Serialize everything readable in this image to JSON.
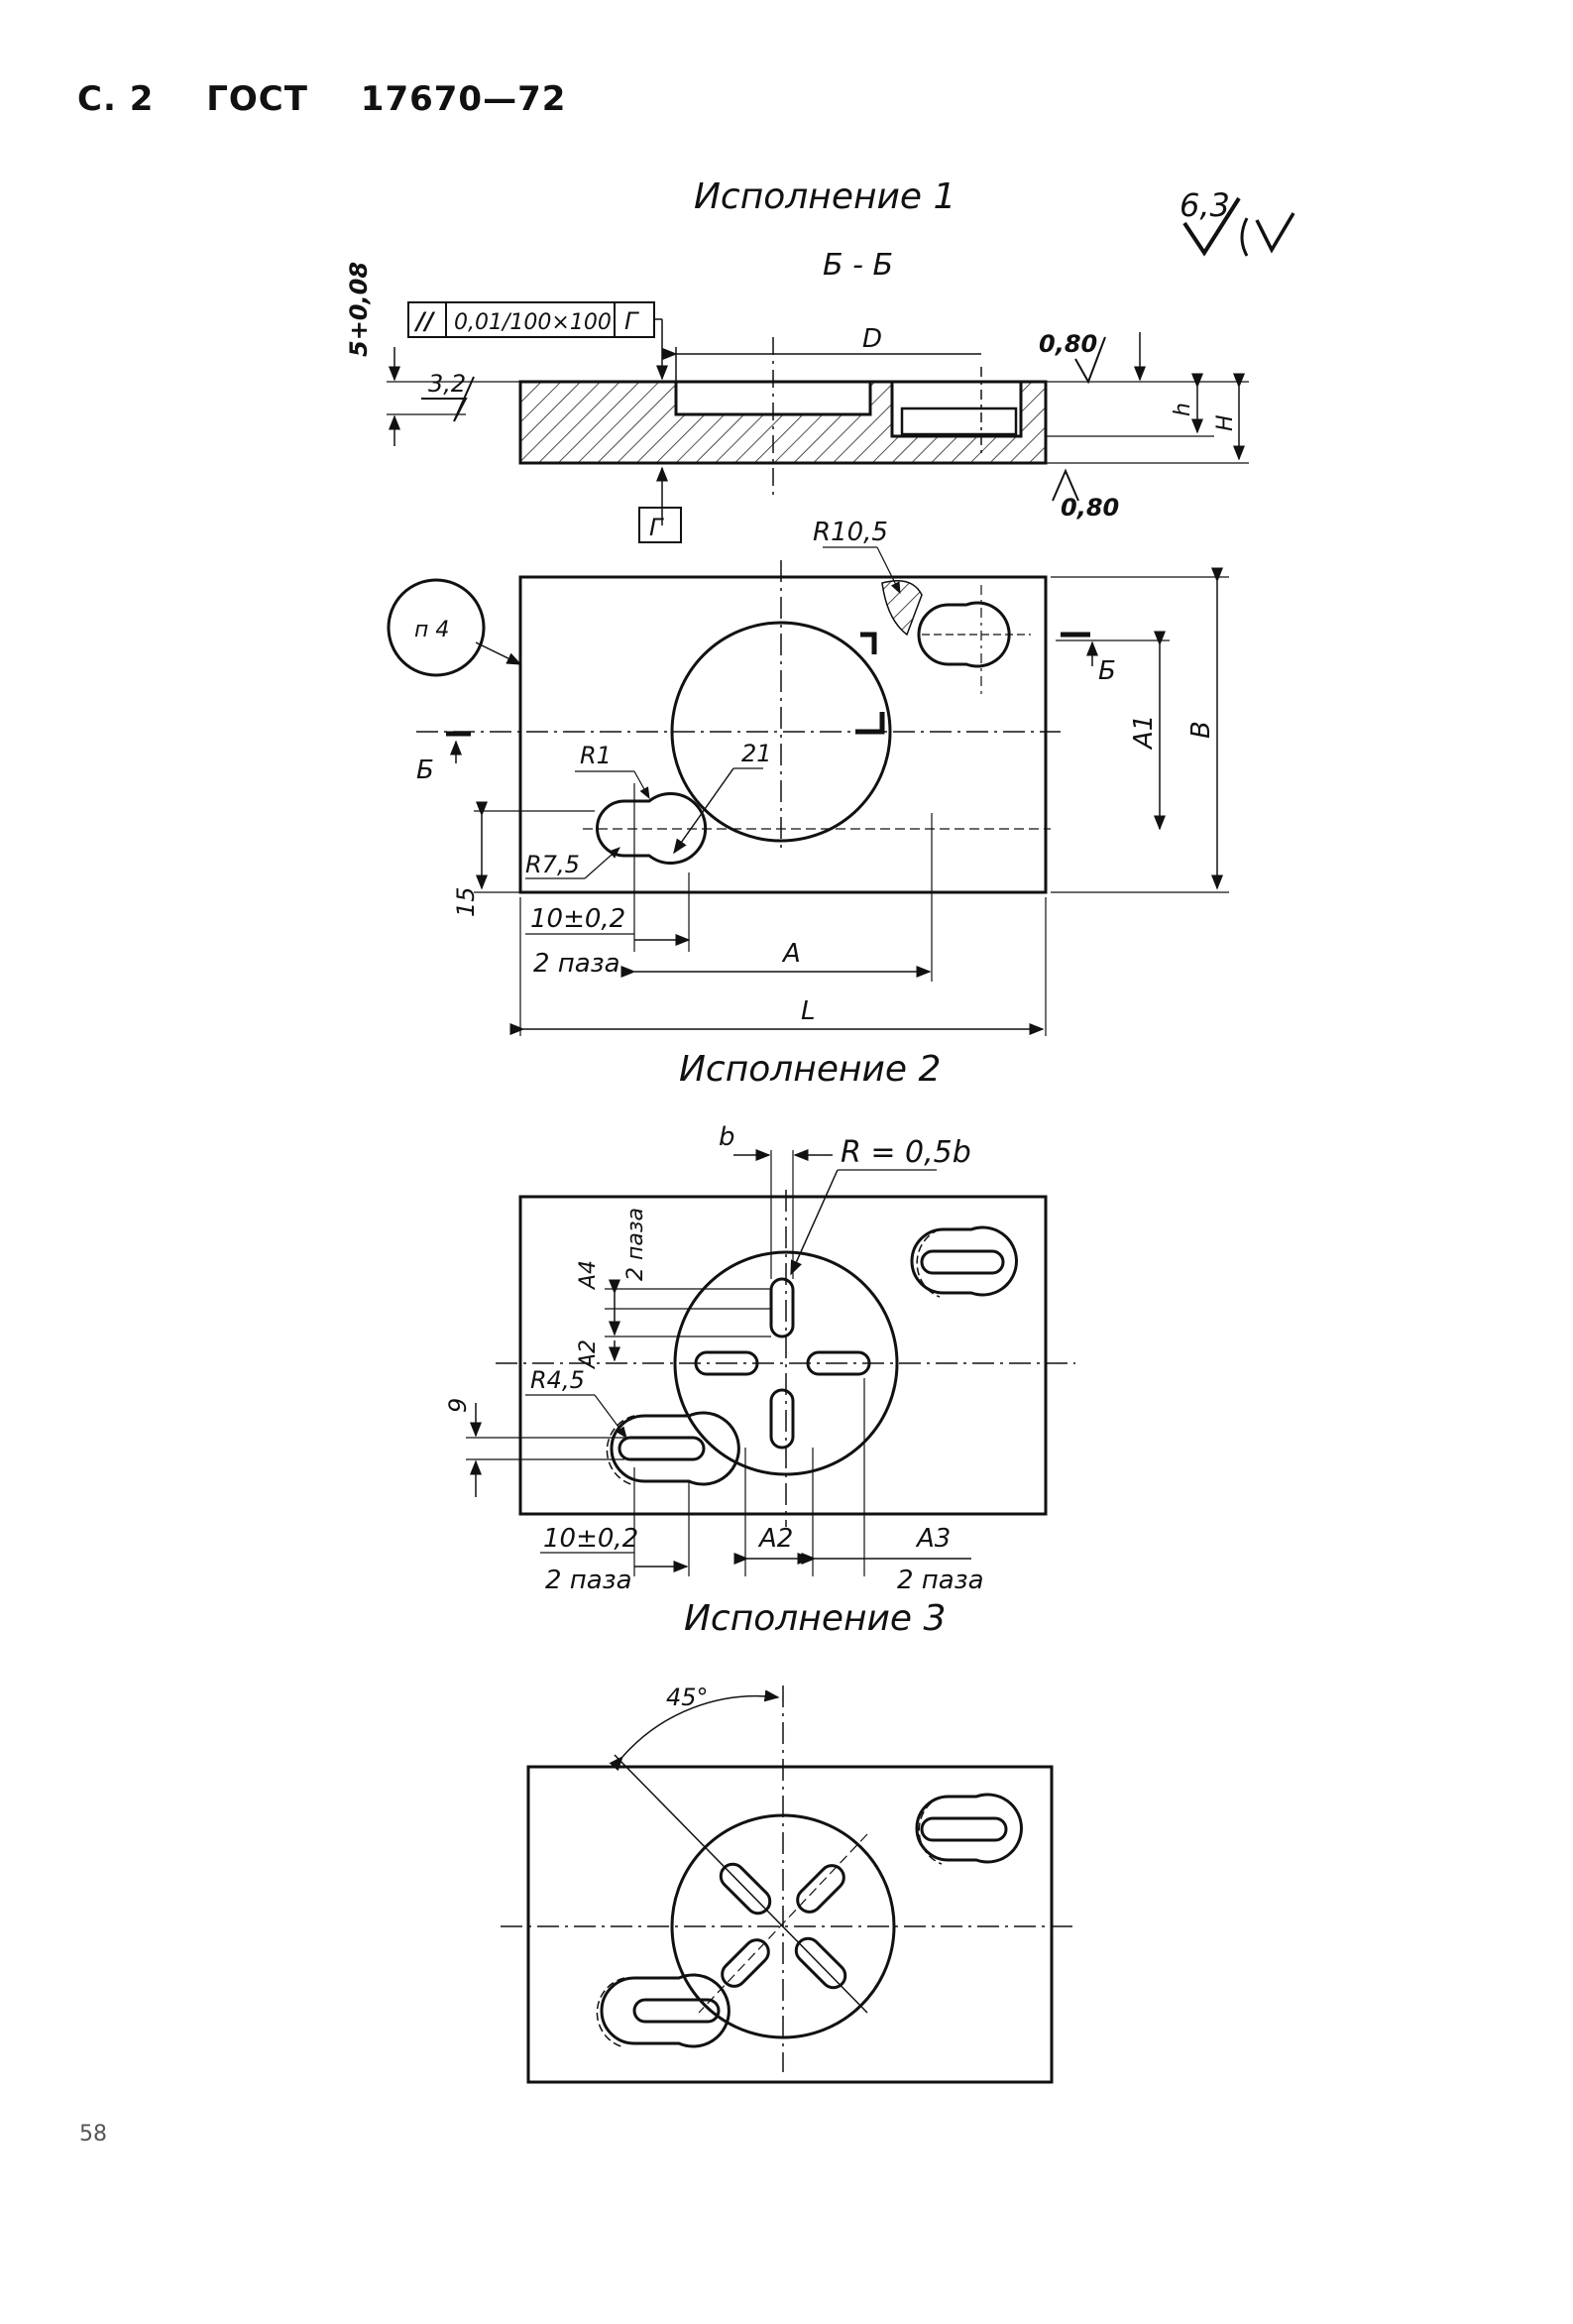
{
  "header": {
    "page": "С. 2",
    "standard": "ГОСТ",
    "number": "17670—72"
  },
  "roughness_general": "6,3",
  "variant1": {
    "title": "Исполнение 1",
    "section_label": "Б - Б",
    "tolerance": {
      "symbol": "//",
      "value": "0,01/100×100",
      "datum": "Г"
    },
    "dims": {
      "depth": "5+0,08",
      "rough_left": "3,2",
      "D": "D",
      "rough_top": "0,80",
      "rough_bottom": "0,80",
      "h": "h",
      "H": "H",
      "datum_g": "Г",
      "R10_5": "R10,5",
      "section_mark": "Б",
      "A1": "A1",
      "B": "B",
      "R1": "R1",
      "d21": "21",
      "R7_5": "R7,5",
      "d15": "15",
      "pos": "10±0,2",
      "slots": "2 паза",
      "A": "A",
      "L": "L",
      "mark": "п 4"
    }
  },
  "variant2": {
    "title": "Исполнение 2",
    "dims": {
      "b": "b",
      "R05b": "R = 0,5b",
      "A4": "A4",
      "slots": "2 паза",
      "A2_side": "A2",
      "R4_5": "R4,5",
      "d9": "9",
      "pos": "10±0,2",
      "A2": "A2",
      "A3": "A3"
    }
  },
  "variant3": {
    "title": "Исполнение 3",
    "angle": "45°"
  },
  "page_number": "58"
}
